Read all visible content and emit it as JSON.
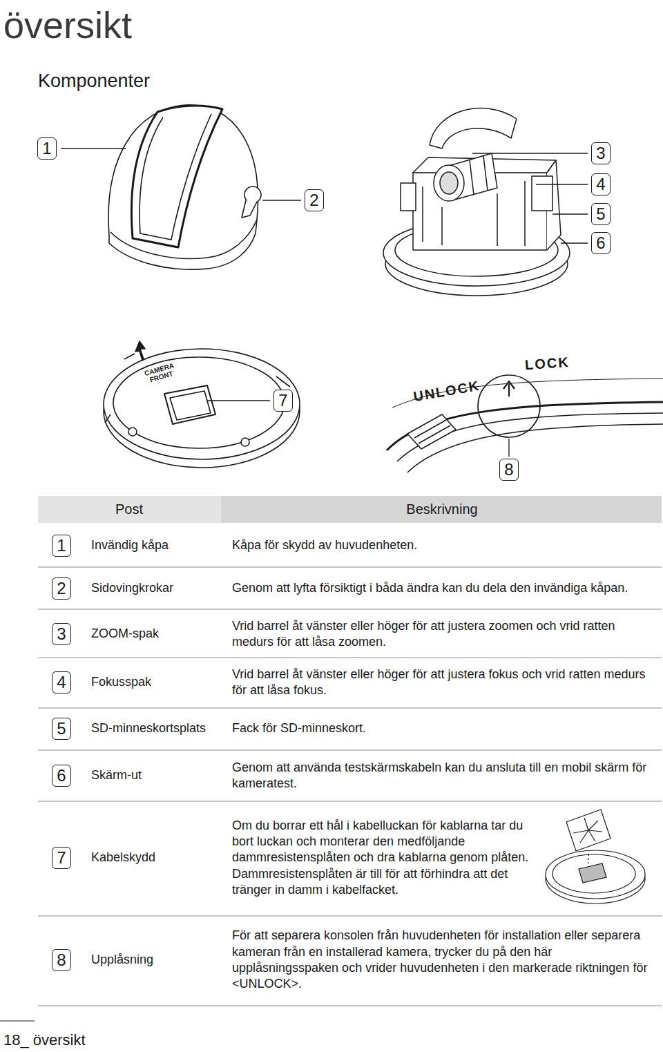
{
  "diagram": {
    "title": "översikt",
    "nodes": [
      {
        "text": [
          "1"
        ]
      },
      {
        "text": [
          "2"
        ]
      },
      {
        "text": [
          "3"
        ]
      },
      {
        "text": [
          "4"
        ]
      },
      {
        "text": [
          "5"
        ]
      },
      {
        "text": [
          "6"
        ]
      },
      {
        "text": [
          "7"
        ]
      },
      {
        "text": [
          "8"
        ]
      },
      {
        "text": [
          "1"
        ]
      },
      {
        "text": [
          "2"
        ]
      },
      {
        "text": [
          "3"
        ]
      },
      {
        "text": [
          "4"
        ]
      },
      {
        "text": [
          "5"
        ]
      },
      {
        "text": [
          "6"
        ]
      },
      {
        "text": [
          "7"
        ]
      },
      {
        "text": [
          "8"
        ]
      }
    ],
    "labels": [
      "Komponenter",
      "CAMERA FRONT",
      "UNLOCK",
      "LOCK",
      "Post",
      "Beskrivning",
      "Invändig kåpa",
      "Kåpa för skydd av huvudenheten.",
      "Sidovingkrokar",
      "Genom att lyfta försiktigt i båda ändra kan du dela den invändiga kåpan.",
      "ZOOM-spak",
      "Vrid barrel åt vänster eller höger för att justera zoomen och vrid ratten medurs för att låsa zoomen.",
      "Fokusspak",
      "Vrid barrel åt vänster eller höger för att justera fokus och vrid ratten medurs för att låsa fokus.",
      "SD-minneskortsplats",
      "Fack för SD-minneskort.",
      "Skärm-ut",
      "Genom att använda testskärmskabeln kan du ansluta till en mobil skärm för kameratest.",
      "Kabelskydd",
      "Om du borrar ett hål i kabelluckan för kablarna tar du bort luckan och monterar den medföljande dammresistensplåten och dra kablarna genom plåten. Dammresistensplåten är till för att förhindra att det tränger in damm i kabelfacket.",
      "Upplåsning",
      "För att separera konsolen från huvudenheten för installation eller separera kameran från en installerad kamera, trycker du på den här upplåsningsspaken och vrider huvudenheten i den markerade riktningen för <UNLOCK>.",
      "18_ översikt"
    ]
  }
}
